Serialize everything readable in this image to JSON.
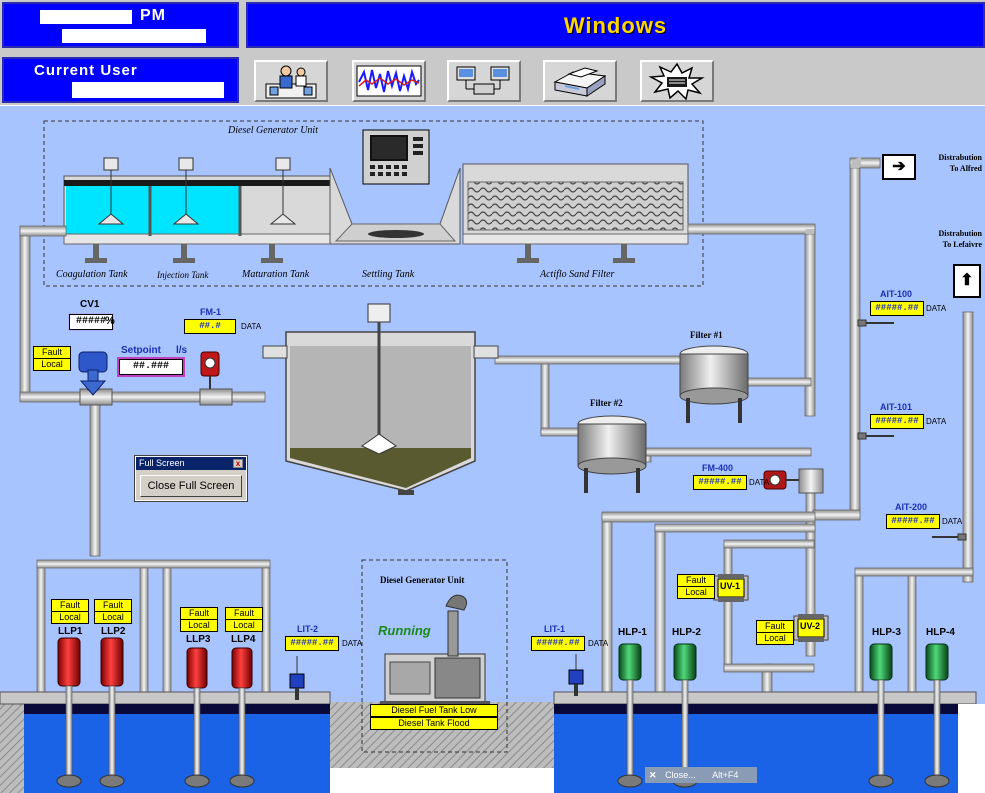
{
  "header": {
    "time_ampm": "PM",
    "title": "Windows",
    "user_label": "Current User"
  },
  "toolbar": {
    "icons": [
      "operators-icon",
      "trend-icon",
      "network-icon",
      "printer-icon",
      "alarm-icon"
    ]
  },
  "plant": {
    "diesel_unit_top_label": "Diesel Generator Unit",
    "coagulation_tank": "Coagulation Tank",
    "injection_tank": "Injection Tank",
    "maturation_tank": "Maturation Tank",
    "settling_tank": "Settling Tank",
    "sand_filter": "Actiflo Sand Filter",
    "filter1": "Filter #1",
    "filter2": "Filter #2"
  },
  "instruments": {
    "cv1": {
      "tag": "CV1",
      "value": "#####",
      "unit": "%"
    },
    "setpoint": {
      "label": "Setpoint",
      "unit": "l/s",
      "value": "##.###"
    },
    "fm1": {
      "tag": "FM-1",
      "value": "##.#",
      "unit": "DATA"
    },
    "fm400": {
      "tag": "FM-400",
      "value": "#####.##",
      "unit": "DATA"
    },
    "ait100": {
      "tag": "AIT-100",
      "value": "#####.##",
      "unit": "DATA"
    },
    "ait101": {
      "tag": "AIT-101",
      "value": "#####.##",
      "unit": "DATA"
    },
    "ait200": {
      "tag": "AIT-200",
      "value": "#####.##",
      "unit": "DATA"
    },
    "lit2": {
      "tag": "LIT-2",
      "value": "#####.##",
      "unit": "DATA"
    },
    "lit1": {
      "tag": "LIT-1",
      "value": "#####.##",
      "unit": "DATA"
    }
  },
  "status": {
    "fault": "Fault",
    "local": "Local"
  },
  "pumps": {
    "llp1": "LLP1",
    "llp2": "LLP2",
    "llp3": "LLP3",
    "llp4": "LLP4",
    "hlp1": "HLP-1",
    "hlp2": "HLP-2",
    "hlp3": "HLP-3",
    "hlp4": "HLP-4",
    "uv1": "UV-1",
    "uv2": "UV-2"
  },
  "distribution": {
    "alfred": [
      "Distrabution",
      "To Alfred"
    ],
    "lefaivre": [
      "Distrabution",
      "To Lefaivre"
    ],
    "alfred_arrow": "➔",
    "lefaivre_arrow": "⬆"
  },
  "diesel": {
    "title": "Diesel Generator Unit",
    "state": "Running",
    "alarm1": "Diesel Fuel Tank Low",
    "alarm2": "Diesel Tank Flood"
  },
  "dialog": {
    "title": "Full Screen",
    "button": "Close Full Screen",
    "close_glyph": "x"
  },
  "tooltip": {
    "close": "Close...",
    "shortcut": "Alt+F4",
    "glyph": "✕"
  },
  "colors": {
    "header_blue": "#0000ff",
    "title_gold": "#ffd700",
    "process_bg": "#a8c4ff",
    "value_yellow": "#ffff00",
    "water": "#0a6bff",
    "pump_red": "#d81a1a",
    "pump_green": "#1fa34a",
    "running_green": "#1a8a1a"
  }
}
